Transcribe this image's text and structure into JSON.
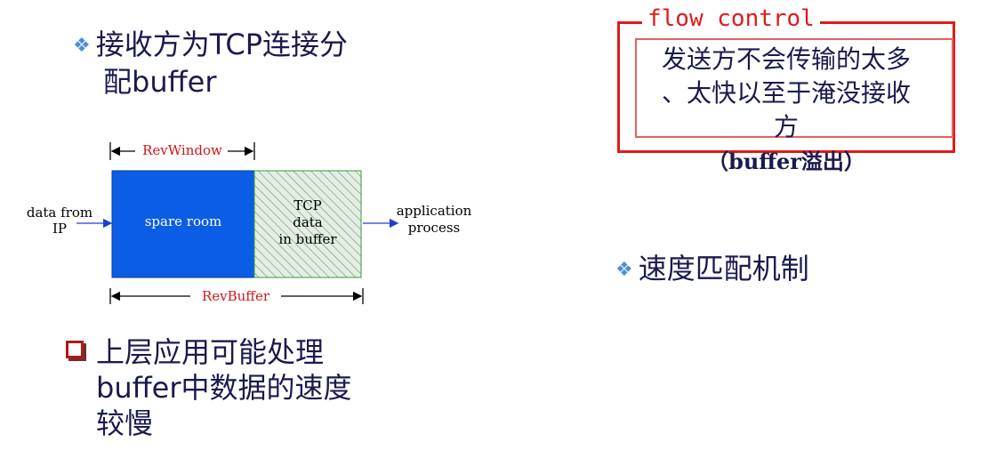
{
  "left": {
    "bullet1": {
      "line1": "接收方为TCP连接分",
      "line2": "配buffer"
    },
    "bullet2": {
      "line1": "上层应用可能处理",
      "line2": "buffer中数据的速度",
      "line3": "较慢"
    }
  },
  "diagram": {
    "rcv_window_label": "RevWindow",
    "rcv_buffer_label": "RevBuffer",
    "data_from_line1": "data from",
    "data_from_line2": "IP",
    "spare_room": "spare room",
    "tcp_data_line1": "TCP",
    "tcp_data_line2": "data",
    "tcp_data_line3": "in buffer",
    "app_line1": "application",
    "app_line2": "process",
    "colors": {
      "spare": "#0b5de6",
      "hatch": "#3a9a3a",
      "red_label": "#d01818"
    }
  },
  "flow_control": {
    "title": "flow control",
    "line1": "发送方不会传输的太多",
    "line2": "、太快以至于淹没接收",
    "line3": "方",
    "overflow_note": "（buffer溢出）",
    "border_color": "#e21a1a"
  },
  "right_bullet": {
    "text": "速度匹配机制"
  }
}
